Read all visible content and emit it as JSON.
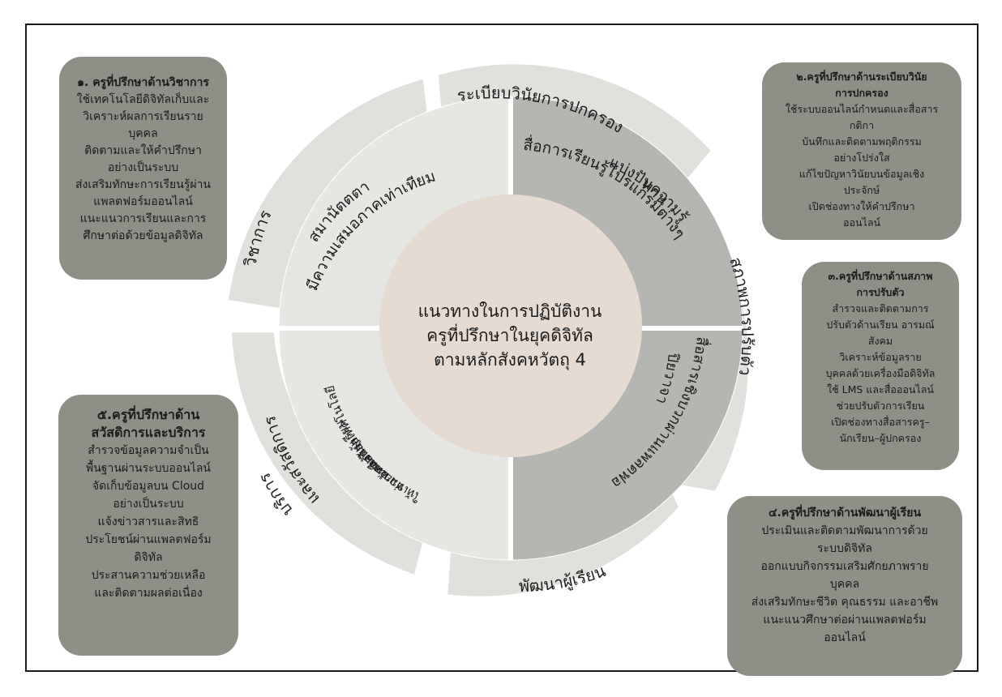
{
  "center": {
    "line1": "แนวทางในการปฏิบัติงาน",
    "line2": "ครูที่ปรึกษาในยุคดิจิทัล",
    "line3": "ตามหลักสังคหวัตถุ 4"
  },
  "outer_labels": {
    "academic": "วิชาการ",
    "discipline": "ระเบียบวินัยการปกครอง",
    "adjustment": "สภาพการปรับตัว",
    "development": "พัฒนาผู้เรียน",
    "welfare_1": "บริการ",
    "welfare_2": "และสวัสดิการ"
  },
  "inner_labels": {
    "dana_1": "ทาน",
    "dana_2": "แบ่งปันความรู้",
    "dana_3": "สื่อการเรียนรู้โปรแกรมต่างๆ",
    "samanattata_1": "สมานัตตตา",
    "samanattata_2": "มีความเสมอภาคเท่าเทียม",
    "piyavaca_1": "ปิยวาจา",
    "piyavaca_2": "สื่อสารเชิงบวกผ่านแพลตฟอร์ม",
    "atthacariya_1": "อัตถจริยา",
    "atthacariya_2": "ช่วยเหลือด้วยเทคโนโลยี",
    "atthacariya_3": "ให้เหมาะสมกับผู้เรียน"
  },
  "boxes": {
    "b1": {
      "title": "๑. ครูที่ปรึกษาด้านวิชาการ",
      "lines": [
        "ใช้เทคโนโลยีดิจิทัลเก็บและ",
        "วิเคราะห์ผลการเรียนราย",
        "บุคคล",
        "ติดตามและให้คำปรึกษา",
        "อย่างเป็นระบบ",
        "ส่งเสริมทักษะการเรียนรู้ผ่าน",
        "แพลตฟอร์มออนไลน์",
        "แนะแนวการเรียนและการ",
        "ศึกษาต่อด้วยข้อมูลดิจิทัล"
      ]
    },
    "b2": {
      "title_1": "๒.ครูที่ปรึกษาด้านระเบียบวินัย",
      "title_2": "การปกครอง",
      "lines": [
        "ใช้ระบบออนไลน์กำหนดและสื่อสาร",
        "กติกา",
        "บันทึกและติดตามพฤติกรรม",
        "อย่างโปร่งใส",
        "แก้ไขปัญหาวินัยบนข้อมูลเชิง",
        "ประจักษ์",
        "เปิดช่องทางให้คำปรึกษา",
        "ออนไลน์"
      ]
    },
    "b3": {
      "title_1": "๓.ครูที่ปรึกษาด้านสภาพ",
      "title_2": "การปรับตัว",
      "lines": [
        "สำรวจและติดตามการ",
        "ปรับตัวด้านเรียน อารมณ์",
        "สังคม",
        "วิเคราะห์ข้อมูลราย",
        "บุคคลด้วยเครื่องมือดิจิทัล",
        "ใช้ LMS และสื่อออนไลน์",
        "ช่วยปรับตัวการเรียน",
        "เปิดช่องทางสื่อสารครู–",
        "นักเรียน–ผู้ปกครอง"
      ]
    },
    "b4": {
      "title": "๔.ครูที่ปรึกษาด้านพัฒนาผู้เรียน",
      "lines": [
        "ประเมินและติดตามพัฒนาการด้วย",
        "ระบบดิจิทัล",
        "ออกแบบกิจกรรมเสริมศักยภาพราย",
        "บุคคล",
        "ส่งเสริมทักษะชีวิต คุณธรรม และอาชีพ",
        "แนะแนวศึกษาต่อผ่านแพลตฟอร์ม",
        "ออนไลน์"
      ]
    },
    "b5": {
      "title_1": "๕.ครูที่ปรึกษาด้าน",
      "title_2": "สวัสดิการและบริการ",
      "lines": [
        "สำรวจข้อมูลความจำเป็น",
        "พื้นฐานผ่านระบบออนไลน์",
        "จัดเก็บข้อมูลบน Cloud",
        "อย่างเป็นระบบ",
        "แจ้งข่าวสารและสิทธิ",
        "ประโยชน์ผ่านแพลตฟอร์ม",
        "ดิจิทัล",
        "ประสานความช่วยเหลือ",
        "และติดตามผลต่อเนื่อง"
      ]
    }
  },
  "colors": {
    "outer_ring": "#e0e0dc",
    "inner_light": "#e6e6e3",
    "inner_dark": "#b5b5b2",
    "center": "#e5dbd3",
    "box": "#8f8f88"
  }
}
